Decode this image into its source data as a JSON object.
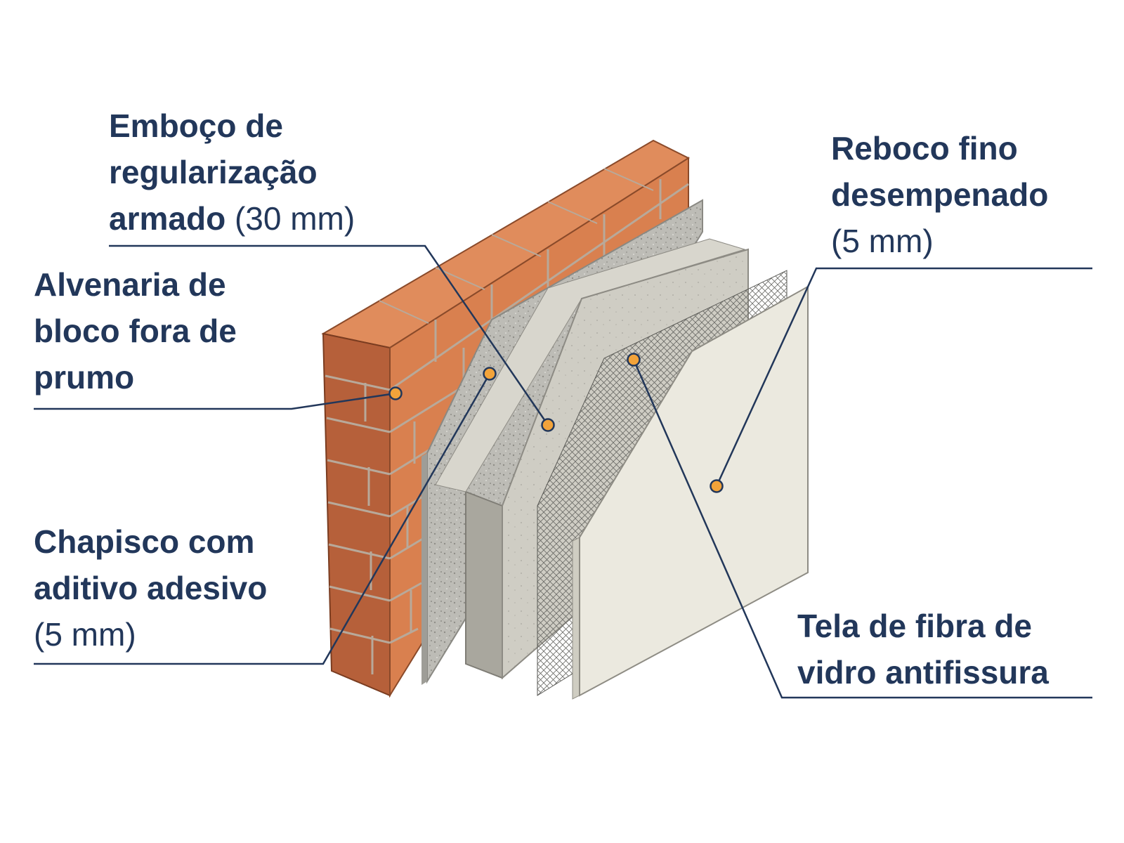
{
  "colors": {
    "label_text": "#22375a",
    "leader_line": "#22375a",
    "marker_fill": "#f2a33a",
    "brick": "#d9804f",
    "brick_top": "#e08c5c",
    "brick_side": "#b6603a",
    "mortar": "#b8a99a",
    "chapisco": "#bdbcb6",
    "emboco_face": "#cfcdc4",
    "emboco_side": "#a9a79e",
    "mesh": "#6a6a66",
    "reboco_face": "#ebe9df",
    "reboco_side": "#cfcdc2"
  },
  "labels": {
    "emboco": {
      "line1": "Emboço de",
      "line2": "regularização",
      "line3_bold": "armado",
      "line3_normal": " (30 mm)"
    },
    "alvenaria": {
      "line1": "Alvenaria de",
      "line2": "bloco fora de",
      "line3": "prumo"
    },
    "chapisco": {
      "line1": "Chapisco com",
      "line2": "aditivo adesivo",
      "line3": "(5 mm)"
    },
    "reboco": {
      "line1": "Reboco fino",
      "line2": "desempenado",
      "line3": "(5 mm)"
    },
    "tela": {
      "line1": "Tela de fibra de",
      "line2": "vidro antifissura"
    }
  }
}
